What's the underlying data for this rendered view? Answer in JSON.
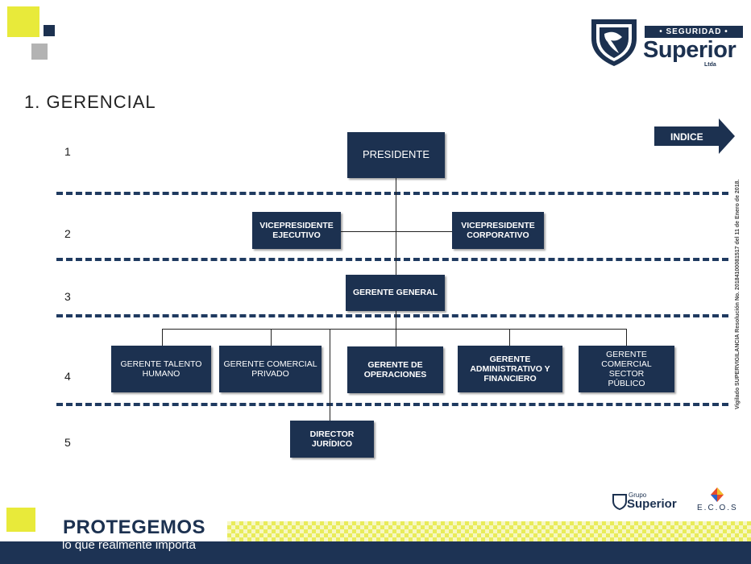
{
  "header": {
    "section_title": "1. GERENCIAL",
    "brand_tag": "• SEGURIDAD •",
    "brand_name": "Superior",
    "brand_suffix": "Ltda"
  },
  "nav": {
    "indice_label": "INDICE"
  },
  "levels": [
    "1",
    "2",
    "3",
    "4",
    "5"
  ],
  "org": {
    "presidente": "PRESIDENTE",
    "vp_ejecutivo": "VICEPRESIDENTE EJECUTIVO",
    "vp_corporativo": "VICEPRESIDENTE CORPORATIVO",
    "gerente_general": "GERENTE GENERAL",
    "gerentes": [
      "GERENTE TALENTO HUMANO",
      "GERENTE COMERCIAL PRIVADO",
      "GERENTE DE OPERACIONES",
      "GERENTE ADMINISTRATIVO Y FINANCIERO",
      "GERENTE COMERCIAL SECTOR PÚBLICO"
    ],
    "director_juridico": "DIRECTOR JURÍDICO"
  },
  "side_note": "Vigilado SUPERVIGILANCIA Resolución No. 20184100081517 del 11 de Enero de 2018.",
  "footer": {
    "slogan": "PROTEGEMOS",
    "tagline": "lo que realmente importa",
    "grupo_prefix": "Grupo",
    "grupo_name": "Superior",
    "ecos": "E.C.O.S"
  },
  "colors": {
    "navy": "#1c3150",
    "yellow": "#e9ec3c",
    "gray": "#b5b5b5"
  }
}
